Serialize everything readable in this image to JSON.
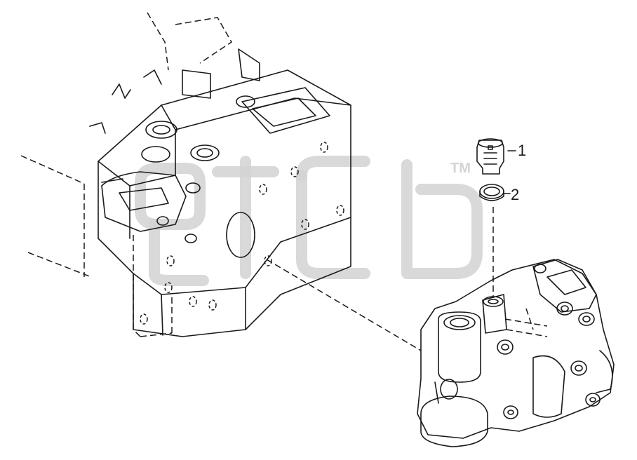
{
  "callouts": [
    {
      "number": "1"
    },
    {
      "number": "2"
    }
  ],
  "watermark": {
    "mark": "TM",
    "color": "#d2d2d2"
  },
  "colors": {
    "line": "#1a1a1a",
    "background": "#ffffff"
  }
}
